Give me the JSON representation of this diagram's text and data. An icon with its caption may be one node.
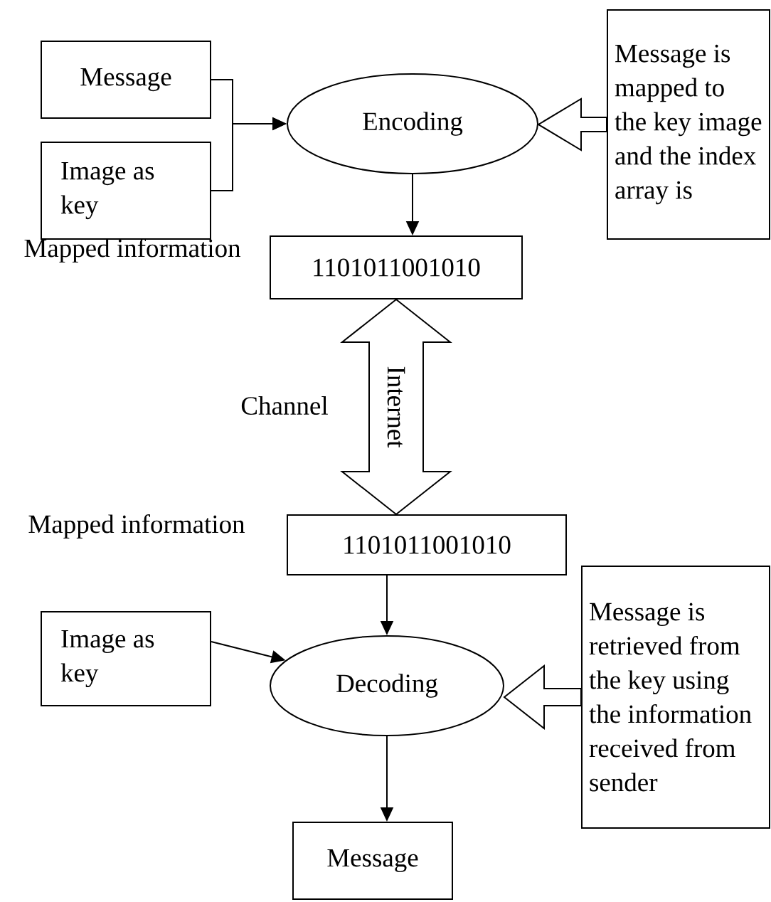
{
  "diagram": {
    "nodes": [
      {
        "text": [
          "Message"
        ]
      },
      {
        "text": [
          "Image as key"
        ]
      },
      {
        "text": [
          "Encoding"
        ]
      },
      {
        "text": [
          "Message is mapped to the key image and the index array is"
        ]
      },
      {
        "text": [
          "1101011001010"
        ]
      },
      {
        "text": [
          "1101011001010"
        ]
      },
      {
        "text": [
          "Image as key"
        ]
      },
      {
        "text": [
          "Decoding"
        ]
      },
      {
        "text": [
          "Message is retrieved from the key using the information received from sender"
        ]
      },
      {
        "text": [
          "Message"
        ]
      }
    ],
    "edges": [
      {
        "from": 0,
        "to": 2,
        "arrow": "to"
      },
      {
        "from": 1,
        "to": 2,
        "arrow": "to"
      },
      {
        "from": 3,
        "to": 2,
        "arrow": "to",
        "style": "thick"
      },
      {
        "from": 2,
        "to": 4,
        "arrow": "to"
      },
      {
        "from": 4,
        "to": 5,
        "arrow": "both",
        "style": "thick",
        "label": "Internet"
      },
      {
        "from": 5,
        "to": 7,
        "arrow": "to"
      },
      {
        "from": 6,
        "to": 7,
        "arrow": "to"
      },
      {
        "from": 8,
        "to": 7,
        "arrow": "to",
        "style": "thick"
      },
      {
        "from": 7,
        "to": 9,
        "arrow": "to"
      }
    ],
    "labels": [
      "Mapped information",
      "Channel",
      "Mapped information"
    ]
  }
}
